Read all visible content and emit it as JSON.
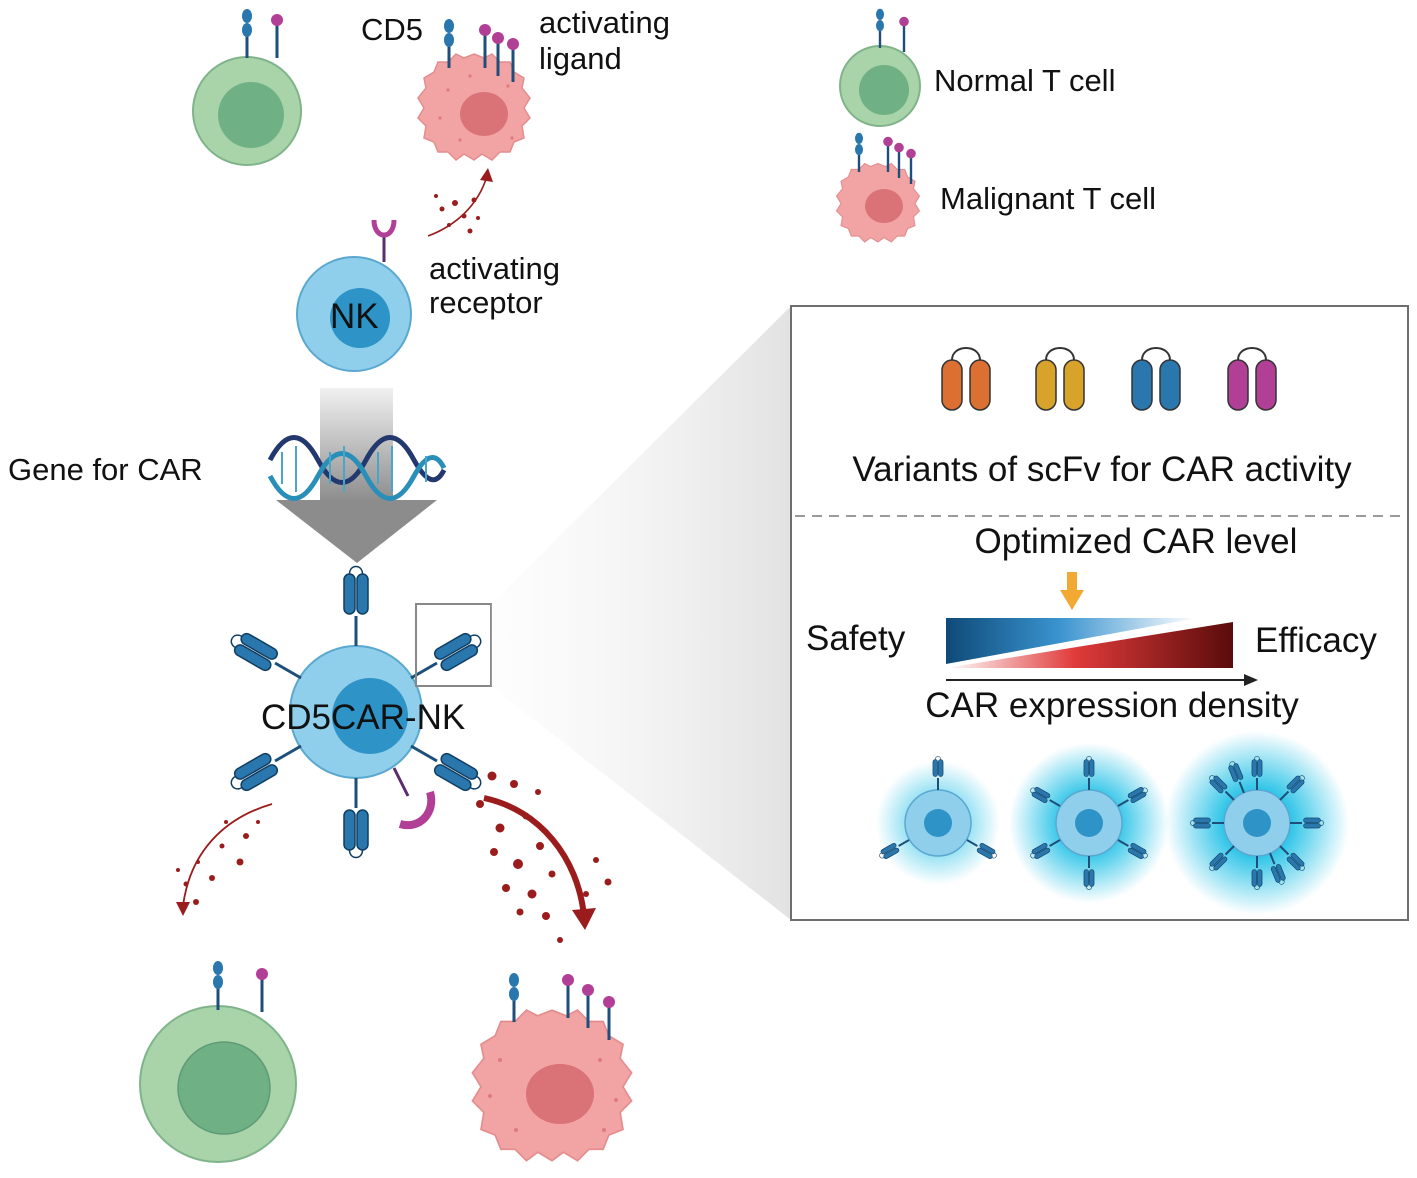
{
  "labels": {
    "cd5": "CD5",
    "activating_ligand_line1": "activating",
    "activating_ligand_line2": "ligand",
    "nk": "NK",
    "activating_receptor_line1": "activating",
    "activating_receptor_line2": "receptor",
    "gene_for_car": "Gene for CAR",
    "cd5car_nk": "CD5CAR-NK"
  },
  "legend": {
    "normal_t_cell": "Normal T cell",
    "malignant_t_cell": "Malignant T cell"
  },
  "panel": {
    "variants_title": "Variants of scFv for CAR activity",
    "optimized_label": "Optimized CAR level",
    "safety_label": "Safety",
    "efficacy_label": "Efficacy",
    "axis_label": "CAR expression density"
  },
  "colors": {
    "normal_cell_outer": "#a9d4a9",
    "normal_cell_inner": "#6fb085",
    "malignant_cell": "#f2a3a3",
    "malignant_nucleus": "#d97377",
    "nk_cell_outer": "#8fcfeb",
    "nk_cell_inner": "#2e93c6",
    "car_blue": "#2a77ad",
    "ligand_magenta": "#b23f96",
    "arrow_red": "#9b1c1c",
    "scfv_orange": "#dc6f32",
    "scfv_gold": "#d8a32a",
    "scfv_blue": "#2a77ad",
    "scfv_magenta": "#b23f96",
    "optimized_arrow": "#f1a934"
  }
}
